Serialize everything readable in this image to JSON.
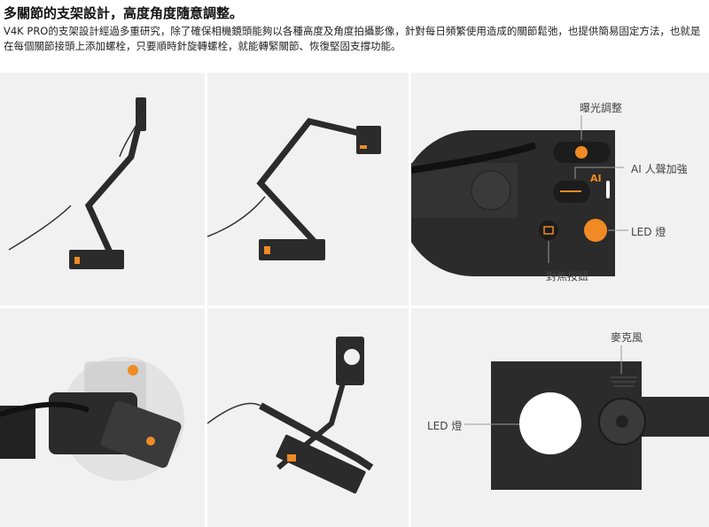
{
  "heading": "多關節的支架設計，高度角度隨意調整。",
  "description": "V4K PRO的支架設計經過多重研究，除了確保相機鏡頭能夠以各種高度及角度拍攝影像，針對每日頻繁使用造成的關節鬆弛，也提供簡易固定方法，也就是在每個關節接頭上添加螺栓，只要順時針旋轉螺栓，就能轉緊關節、恢復堅固支撐功能。",
  "panels": {
    "controls": {
      "exposure": "曝光調整",
      "ai_voice": "AI 人聲加強",
      "led": "LED 燈",
      "focus": "對焦按鈕",
      "ai_badge": "AI"
    },
    "rear": {
      "mic": "麥克風",
      "led": "LED 燈"
    }
  },
  "colors": {
    "accent": "#f08a24",
    "device": "#2b2b2b",
    "panel_bg": "#f1f1f1"
  }
}
